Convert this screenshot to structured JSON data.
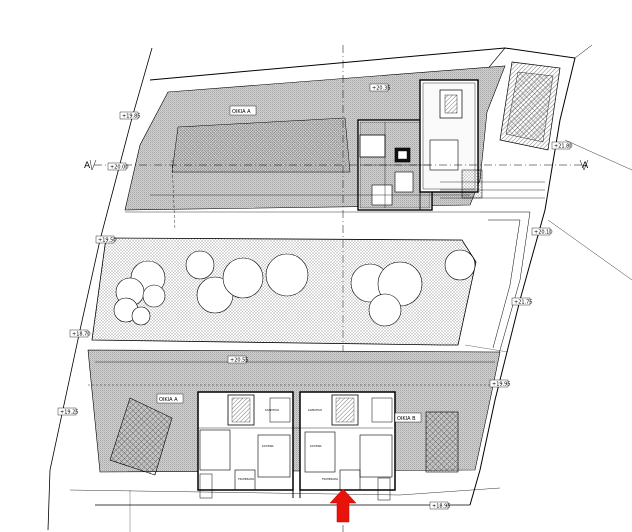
{
  "plan": {
    "section_marker": "A",
    "zones": [
      {
        "id": "zone-a-top",
        "label": "ΟΙΚΙΑ Α"
      },
      {
        "id": "zone-a-bottom",
        "label": "ΟΙΚΙΑ Α"
      },
      {
        "id": "zone-b",
        "label": "ΟΙΚΙΑ Β"
      }
    ],
    "elevations": [
      "+19.85",
      "+20.00",
      "+21.75",
      "+18.70",
      "+19.50",
      "+20.10",
      "+19.25",
      "+21.80",
      "+20.55",
      "+19.95",
      "+20.35",
      "+18.95"
    ],
    "room_labels": [
      "ΚΑΘΙΣΤΙΚΟ",
      "ΚΟΥΖΙΝΑ",
      "ΤΡΑΠΕΖΑΡΙΑ",
      "ΚΑΘΙΣΤΙΚΟ",
      "ΚΟΥΖΙΝΑ",
      "ΤΡΑΠΕΖΑΡΙΑ"
    ],
    "colors": {
      "line": "#000000",
      "arrow": "#e8140c",
      "paper": "#ffffff"
    }
  }
}
